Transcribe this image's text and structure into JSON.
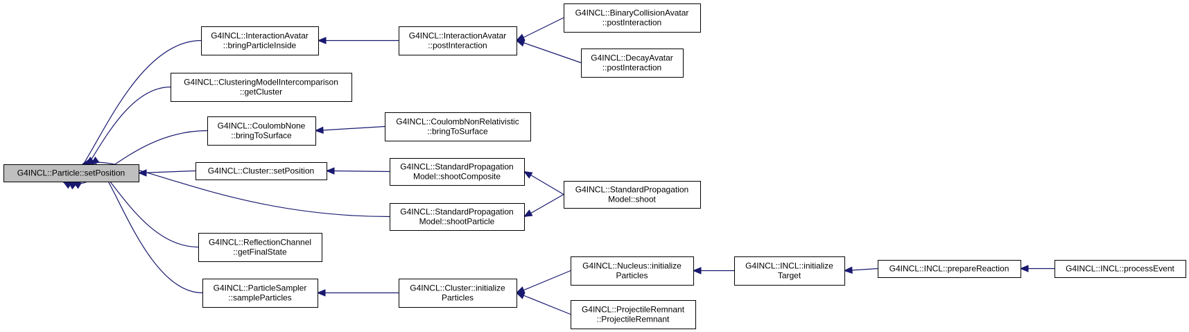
{
  "diagram": {
    "title": "",
    "nodes": [
      {
        "id": "setPosition",
        "lines": [
          "G4INCL::Particle::setPosition"
        ],
        "highlight": true
      },
      {
        "id": "iaBring",
        "lines": [
          "G4INCL::InteractionAvatar",
          "::bringParticleInside"
        ]
      },
      {
        "id": "iaPost",
        "lines": [
          "G4INCL::InteractionAvatar",
          "::postInteraction"
        ]
      },
      {
        "id": "bcaPost",
        "lines": [
          "G4INCL::BinaryCollisionAvatar",
          "::postInteraction"
        ]
      },
      {
        "id": "daPost",
        "lines": [
          "G4INCL::DecayAvatar",
          "::postInteraction"
        ]
      },
      {
        "id": "cmiGet",
        "lines": [
          "G4INCL::ClusteringModelIntercomparison",
          "::getCluster"
        ]
      },
      {
        "id": "cnBring",
        "lines": [
          "G4INCL::CoulombNone",
          "::bringToSurface"
        ]
      },
      {
        "id": "cnrBring",
        "lines": [
          "G4INCL::CoulombNonRelativistic",
          "::bringToSurface"
        ]
      },
      {
        "id": "clSetPos",
        "lines": [
          "G4INCL::Cluster::setPosition"
        ]
      },
      {
        "id": "spmShootComp",
        "lines": [
          "G4INCL::StandardPropagation",
          "Model::shootComposite"
        ]
      },
      {
        "id": "spmShoot",
        "lines": [
          "G4INCL::StandardPropagation",
          "Model::shoot"
        ]
      },
      {
        "id": "spmShootPart",
        "lines": [
          "G4INCL::StandardPropagation",
          "Model::shootParticle"
        ]
      },
      {
        "id": "rcGet",
        "lines": [
          "G4INCL::ReflectionChannel",
          "::getFinalState"
        ]
      },
      {
        "id": "psSample",
        "lines": [
          "G4INCL::ParticleSampler",
          "::sampleParticles"
        ]
      },
      {
        "id": "clInit",
        "lines": [
          "G4INCL::Cluster::initialize",
          "Particles"
        ]
      },
      {
        "id": "nucInit",
        "lines": [
          "G4INCL::Nucleus::initialize",
          "Particles"
        ]
      },
      {
        "id": "prRem",
        "lines": [
          "G4INCL::ProjectileRemnant",
          "::ProjectileRemnant"
        ]
      },
      {
        "id": "inclInit",
        "lines": [
          "G4INCL::INCL::initialize",
          "Target"
        ]
      },
      {
        "id": "inclPrep",
        "lines": [
          "G4INCL::INCL::prepareReaction"
        ]
      },
      {
        "id": "inclProc",
        "lines": [
          "G4INCL::INCL::processEvent"
        ]
      }
    ],
    "edges": [
      {
        "from": "iaBring",
        "to": "setPosition"
      },
      {
        "from": "cmiGet",
        "to": "setPosition"
      },
      {
        "from": "cnBring",
        "to": "setPosition"
      },
      {
        "from": "clSetPos",
        "to": "setPosition"
      },
      {
        "from": "spmShootPart",
        "to": "setPosition"
      },
      {
        "from": "rcGet",
        "to": "setPosition"
      },
      {
        "from": "psSample",
        "to": "setPosition"
      },
      {
        "from": "iaPost",
        "to": "iaBring"
      },
      {
        "from": "bcaPost",
        "to": "iaPost"
      },
      {
        "from": "daPost",
        "to": "iaPost"
      },
      {
        "from": "cnrBring",
        "to": "cnBring"
      },
      {
        "from": "spmShootComp",
        "to": "clSetPos"
      },
      {
        "from": "spmShoot",
        "to": "spmShootComp"
      },
      {
        "from": "spmShoot",
        "to": "spmShootPart"
      },
      {
        "from": "clInit",
        "to": "psSample"
      },
      {
        "from": "nucInit",
        "to": "clInit"
      },
      {
        "from": "prRem",
        "to": "clInit"
      },
      {
        "from": "inclInit",
        "to": "nucInit"
      },
      {
        "from": "inclPrep",
        "to": "inclInit"
      },
      {
        "from": "inclProc",
        "to": "inclPrep"
      }
    ]
  }
}
